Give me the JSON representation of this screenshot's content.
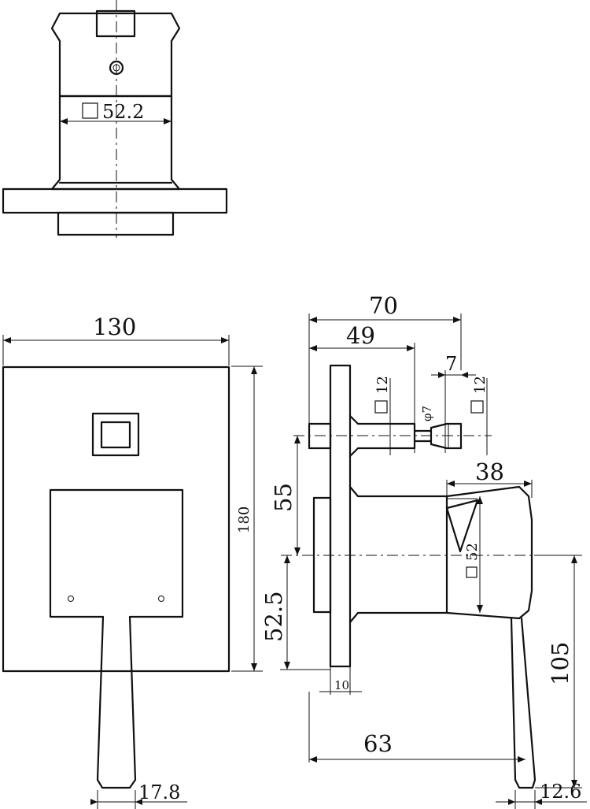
{
  "dimensions": {
    "top_square": "52.2",
    "front_width": "130",
    "front_height": "180",
    "front_lever_width": "17.8",
    "side_depth_total": "70",
    "side_depth_stem": "49",
    "side_knob_length": "7",
    "side_square_left": "12",
    "side_square_right": "12",
    "side_diameter": "φ7",
    "side_upper_offset": "55",
    "side_body_length": "38",
    "side_body_square": "52",
    "side_lower_offset": "52.5",
    "side_plate_thickness": "10",
    "side_lever_reach": "63",
    "side_lever_drop": "105",
    "side_lever_width": "12.6"
  }
}
